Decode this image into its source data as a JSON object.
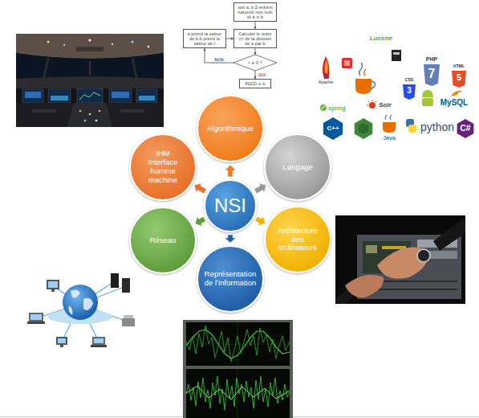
{
  "diagram": {
    "nodes": [
      {
        "text": [
          "soit a, b 2 entiers naturels non nuls et a > b"
        ]
      },
      {
        "text": [
          "a prend la valeur de b b prend la valeur de r"
        ]
      },
      {
        "text": [
          "Calculer le reste (r) de la division de a par b"
        ]
      },
      {
        "text": [
          "r = 0 ?"
        ]
      },
      {
        "text": [
          "PGCD = b"
        ]
      },
      {
        "text": [
          "Algorithmique"
        ]
      },
      {
        "text": [
          "IHM",
          "Interface homme machine"
        ]
      },
      {
        "text": [
          "Langage"
        ]
      },
      {
        "text": [
          "NSI"
        ]
      },
      {
        "text": [
          "Réseau"
        ]
      },
      {
        "text": [
          "Architecture des ordinateurs"
        ]
      },
      {
        "text": [
          "Représentation de l’information"
        ]
      }
    ],
    "edges": [
      {
        "from": 0,
        "to": 2,
        "arrow": "to"
      },
      {
        "from": 1,
        "to": 2,
        "arrow": "to"
      },
      {
        "from": 2,
        "to": 3,
        "arrow": "to"
      },
      {
        "from": 3,
        "to": 1,
        "label": "NON",
        "arrow": "to"
      },
      {
        "from": 3,
        "to": 4,
        "label": "OUI",
        "arrow": "to"
      },
      {
        "from": 8,
        "to": 5,
        "arrow": "to"
      },
      {
        "from": 8,
        "to": 7,
        "arrow": "to"
      },
      {
        "from": 8,
        "to": 10,
        "arrow": "to"
      },
      {
        "from": 8,
        "to": 11,
        "arrow": "to"
      },
      {
        "from": 8,
        "to": 9,
        "arrow": "to"
      },
      {
        "from": 8,
        "to": 6,
        "arrow": "to"
      }
    ],
    "labels": [
      "Lucene",
      "Apache",
      "PHP",
      "7",
      "HTML",
      "5",
      "CSS",
      "3",
      "Solr",
      "spring",
      "MySQL",
      "C++",
      "Java",
      "python",
      "C#"
    ]
  }
}
